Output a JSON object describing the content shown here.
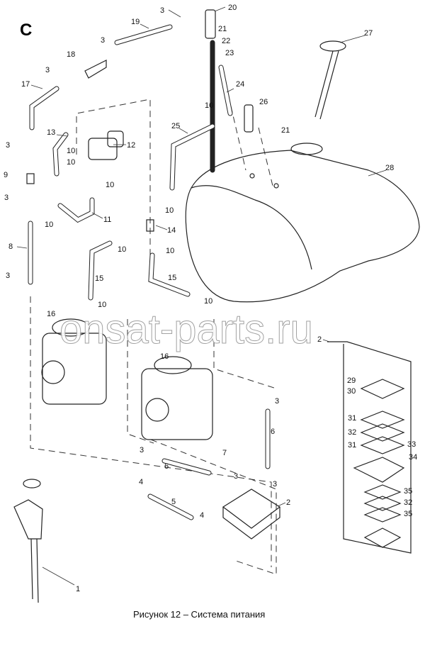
{
  "section_letter": "C",
  "caption": "Рисунок 12 – Система питания",
  "watermark": "onsat-parts.ru",
  "callouts": [
    "3",
    "20",
    "19",
    "21",
    "22",
    "23",
    "3",
    "18",
    "3",
    "17",
    "24",
    "10",
    "26",
    "21",
    "27",
    "28",
    "13",
    "25",
    "3",
    "10",
    "10",
    "12",
    "9",
    "3",
    "10",
    "10",
    "10",
    "11",
    "14",
    "10",
    "10",
    "8",
    "15",
    "15",
    "3",
    "10",
    "10",
    "16",
    "16",
    "2",
    "29",
    "30",
    "31",
    "32",
    "31",
    "33",
    "34",
    "35",
    "32",
    "35",
    "3",
    "6",
    "3",
    "6",
    "7",
    "4",
    "3",
    "3",
    "5",
    "2",
    "4",
    "1"
  ]
}
